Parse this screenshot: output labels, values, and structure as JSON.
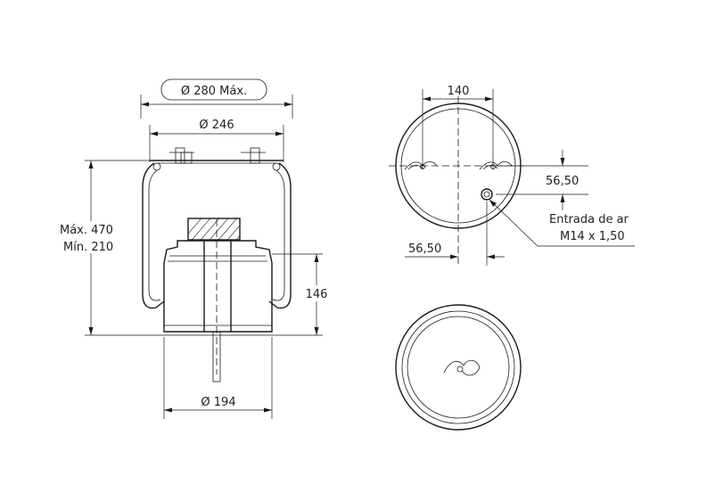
{
  "dimensions": {
    "max_diameter": "Ø 280 Máx.",
    "top_plate_diameter": "Ø 246",
    "height_max": "Máx. 470",
    "height_min": "Mín. 210",
    "piston_height": "146",
    "piston_diameter": "Ø 194",
    "stud_spacing": "140",
    "offset_vertical": "56,50",
    "offset_horizontal": "56,50"
  },
  "annotations": {
    "air_inlet_label": "Entrada de ar",
    "air_inlet_thread": "M14 x 1,50"
  }
}
